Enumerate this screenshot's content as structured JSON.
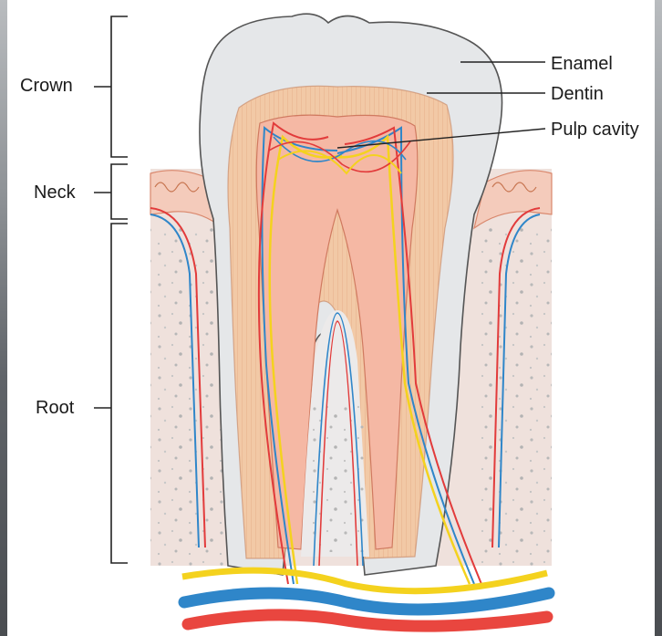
{
  "labels": {
    "crown": "Crown",
    "neck": "Neck",
    "root": "Root",
    "enamel": "Enamel",
    "dentin": "Dentin",
    "pulp_cavity": "Pulp cavity"
  },
  "colors": {
    "enamel": "#e4e6e8",
    "dentin": "#f2c9a6",
    "pulp": "#f5b8a4",
    "gum": "#f6d5c5",
    "bone": "#efe1dc",
    "artery": "#e23b3b",
    "vein": "#2f86c9",
    "nerve": "#f4d21e"
  }
}
